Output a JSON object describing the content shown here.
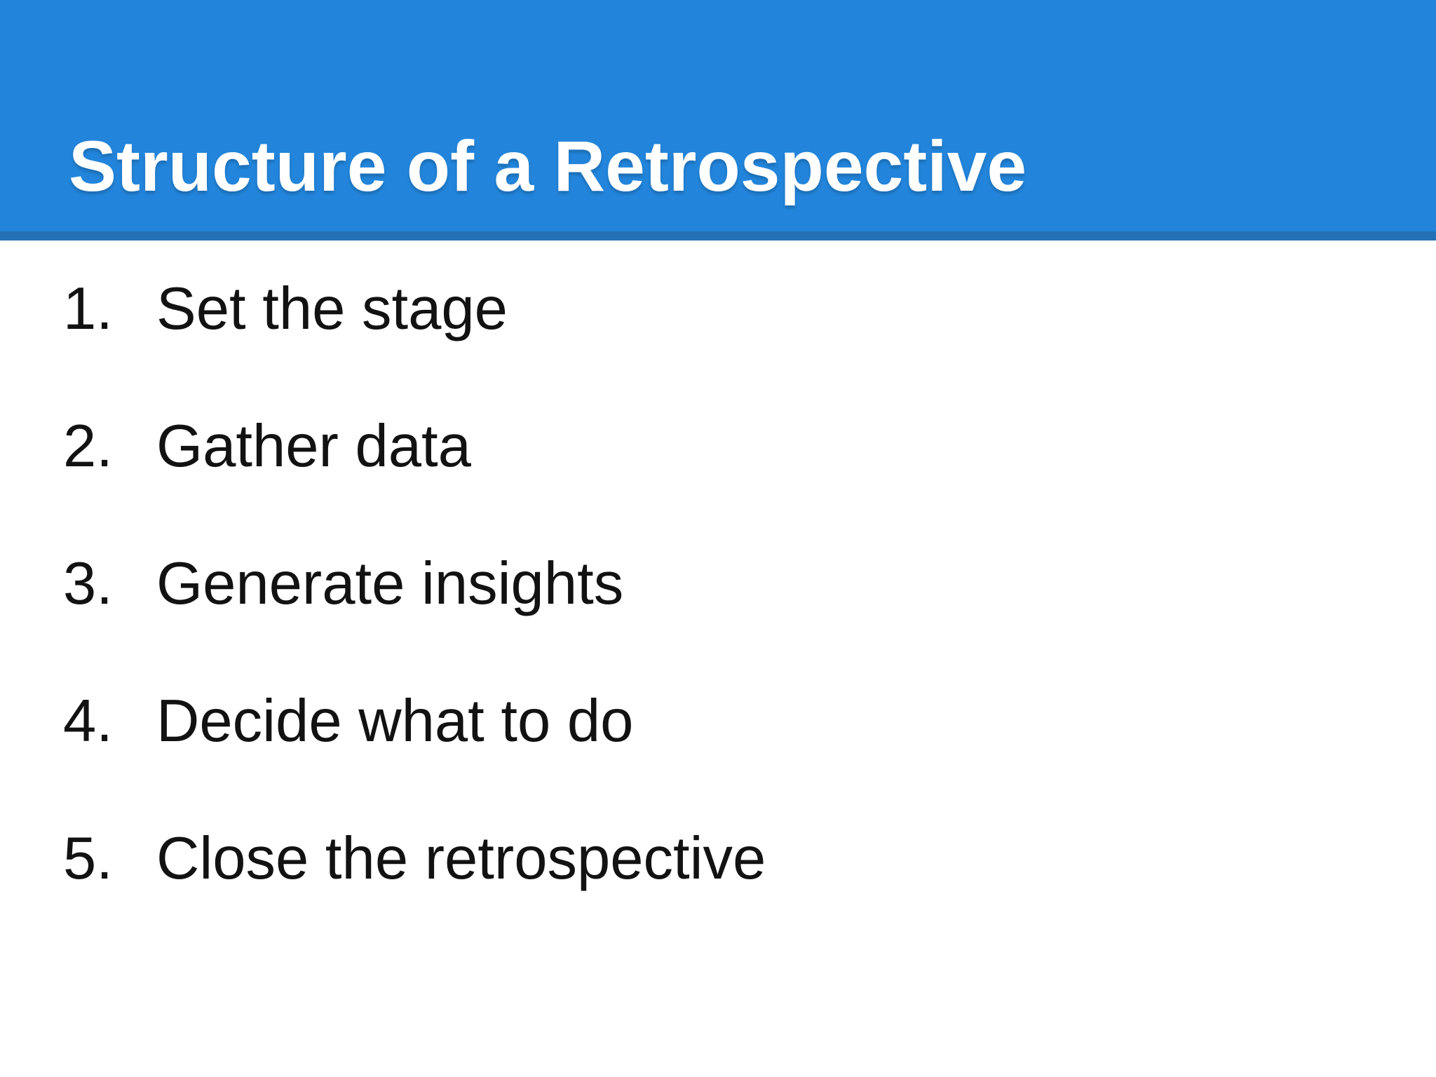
{
  "slide": {
    "title": "Structure of a Retrospective",
    "items": [
      {
        "number": "1.",
        "label": "Set the stage"
      },
      {
        "number": "2.",
        "label": "Gather data"
      },
      {
        "number": "3.",
        "label": "Generate insights"
      },
      {
        "number": "4.",
        "label": "Decide what to do"
      },
      {
        "number": "5.",
        "label": "Close the retrospective"
      }
    ],
    "colors": {
      "header_background": "#2285DB",
      "header_accent_stripe": "#2571B5",
      "slide_background": "#FFFFFF",
      "title_text": "#FFFFFF",
      "body_text": "#121212"
    }
  }
}
